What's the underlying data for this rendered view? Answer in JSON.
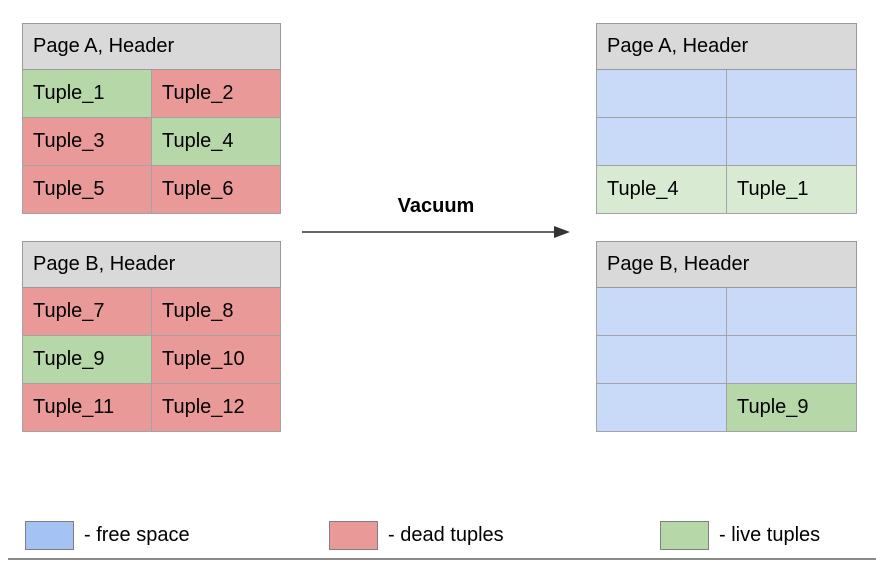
{
  "diagram": {
    "arrow_label": "Vacuum",
    "before": [
      {
        "header": "Page A, Header",
        "rows": [
          {
            "cells": [
              {
                "label": "Tuple_1",
                "state": "live"
              },
              {
                "label": "Tuple_2",
                "state": "dead"
              }
            ]
          },
          {
            "cells": [
              {
                "label": "Tuple_3",
                "state": "dead"
              },
              {
                "label": "Tuple_4",
                "state": "live"
              }
            ]
          },
          {
            "cells": [
              {
                "label": "Tuple_5",
                "state": "dead"
              },
              {
                "label": "Tuple_6",
                "state": "dead"
              }
            ]
          }
        ]
      },
      {
        "header": "Page B, Header",
        "rows": [
          {
            "cells": [
              {
                "label": "Tuple_7",
                "state": "dead"
              },
              {
                "label": "Tuple_8",
                "state": "dead"
              }
            ]
          },
          {
            "cells": [
              {
                "label": "Tuple_9",
                "state": "live"
              },
              {
                "label": "Tuple_10",
                "state": "dead"
              }
            ]
          },
          {
            "cells": [
              {
                "label": "Tuple_11",
                "state": "dead"
              },
              {
                "label": "Tuple_12",
                "state": "dead"
              }
            ]
          }
        ]
      }
    ],
    "after": [
      {
        "header": "Page A, Header",
        "rows": [
          {
            "cells": [
              {
                "label": "",
                "state": "free"
              },
              {
                "label": "",
                "state": "free"
              }
            ]
          },
          {
            "cells": [
              {
                "label": "",
                "state": "free"
              },
              {
                "label": "",
                "state": "free"
              }
            ]
          },
          {
            "cells": [
              {
                "label": "Tuple_4",
                "state": "live_light"
              },
              {
                "label": "Tuple_1",
                "state": "live_light"
              }
            ]
          }
        ]
      },
      {
        "header": "Page B, Header",
        "rows": [
          {
            "cells": [
              {
                "label": "",
                "state": "free"
              },
              {
                "label": "",
                "state": "free"
              }
            ]
          },
          {
            "cells": [
              {
                "label": "",
                "state": "free"
              },
              {
                "label": "",
                "state": "free"
              }
            ]
          },
          {
            "cells": [
              {
                "label": "",
                "state": "free"
              },
              {
                "label": "Tuple_9",
                "state": "live"
              }
            ]
          }
        ]
      }
    ]
  },
  "legend": [
    {
      "label": "- free space",
      "swatch": "#a4c2f4"
    },
    {
      "label": "- dead tuples",
      "swatch": "#ea9999"
    },
    {
      "label": "- live tuples",
      "swatch": "#b6d7a8"
    }
  ],
  "colors": {
    "page_header": "#d9d9d9",
    "dead_tuple": "#ea9999",
    "live_tuple": "#b6d7a8",
    "live_tuple_after": "#d9ead3",
    "free_space": "#c9daf8",
    "cell_border": "#a3a3a3",
    "arrow": "#666666"
  }
}
